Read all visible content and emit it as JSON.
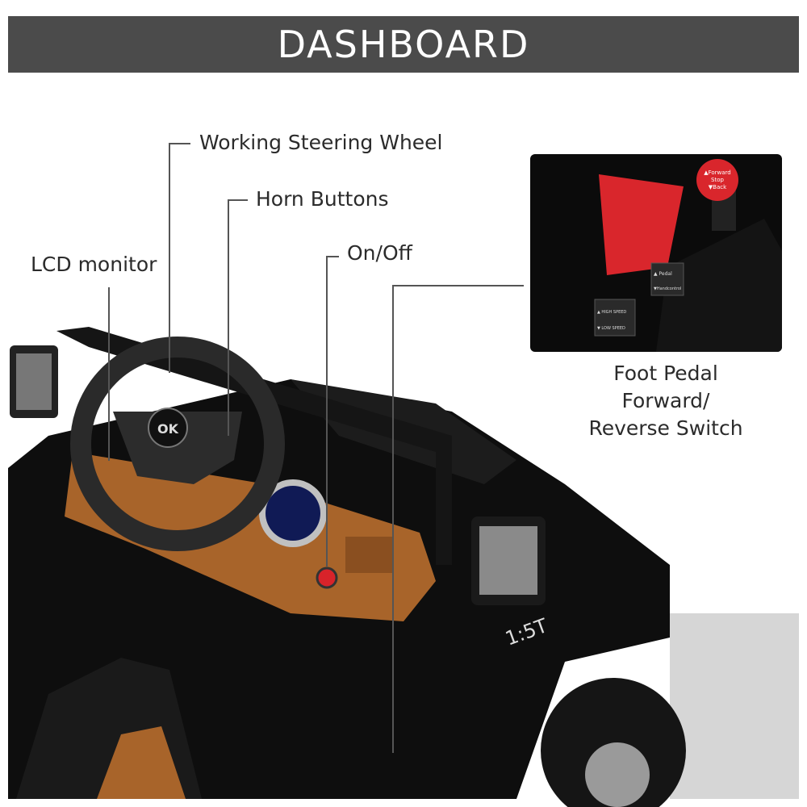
{
  "header": {
    "title": "DASHBOARD"
  },
  "callouts": {
    "steering_wheel": "Working Steering Wheel",
    "horn_buttons": "Horn Buttons",
    "lcd_monitor": "LCD monitor",
    "on_off": "On/Off",
    "foot_pedal": [
      "Foot Pedal",
      "Forward/",
      "Reverse Switch"
    ]
  },
  "inset": {
    "knob": [
      "▲Forward",
      "Stop",
      "▼Back"
    ],
    "switch_mode": [
      "▲ Pedal",
      "▼Handcontrol"
    ],
    "switch_speed": [
      "▲ HIGH SPEED",
      "▼ LOW SPEED"
    ]
  },
  "car": {
    "badge": "OK",
    "fender_mark": "1:5T"
  },
  "colors": {
    "header": "#4b4b4b",
    "body": "#0e0e0e",
    "dash": "#a8642a",
    "accent_red": "#d8232a"
  }
}
